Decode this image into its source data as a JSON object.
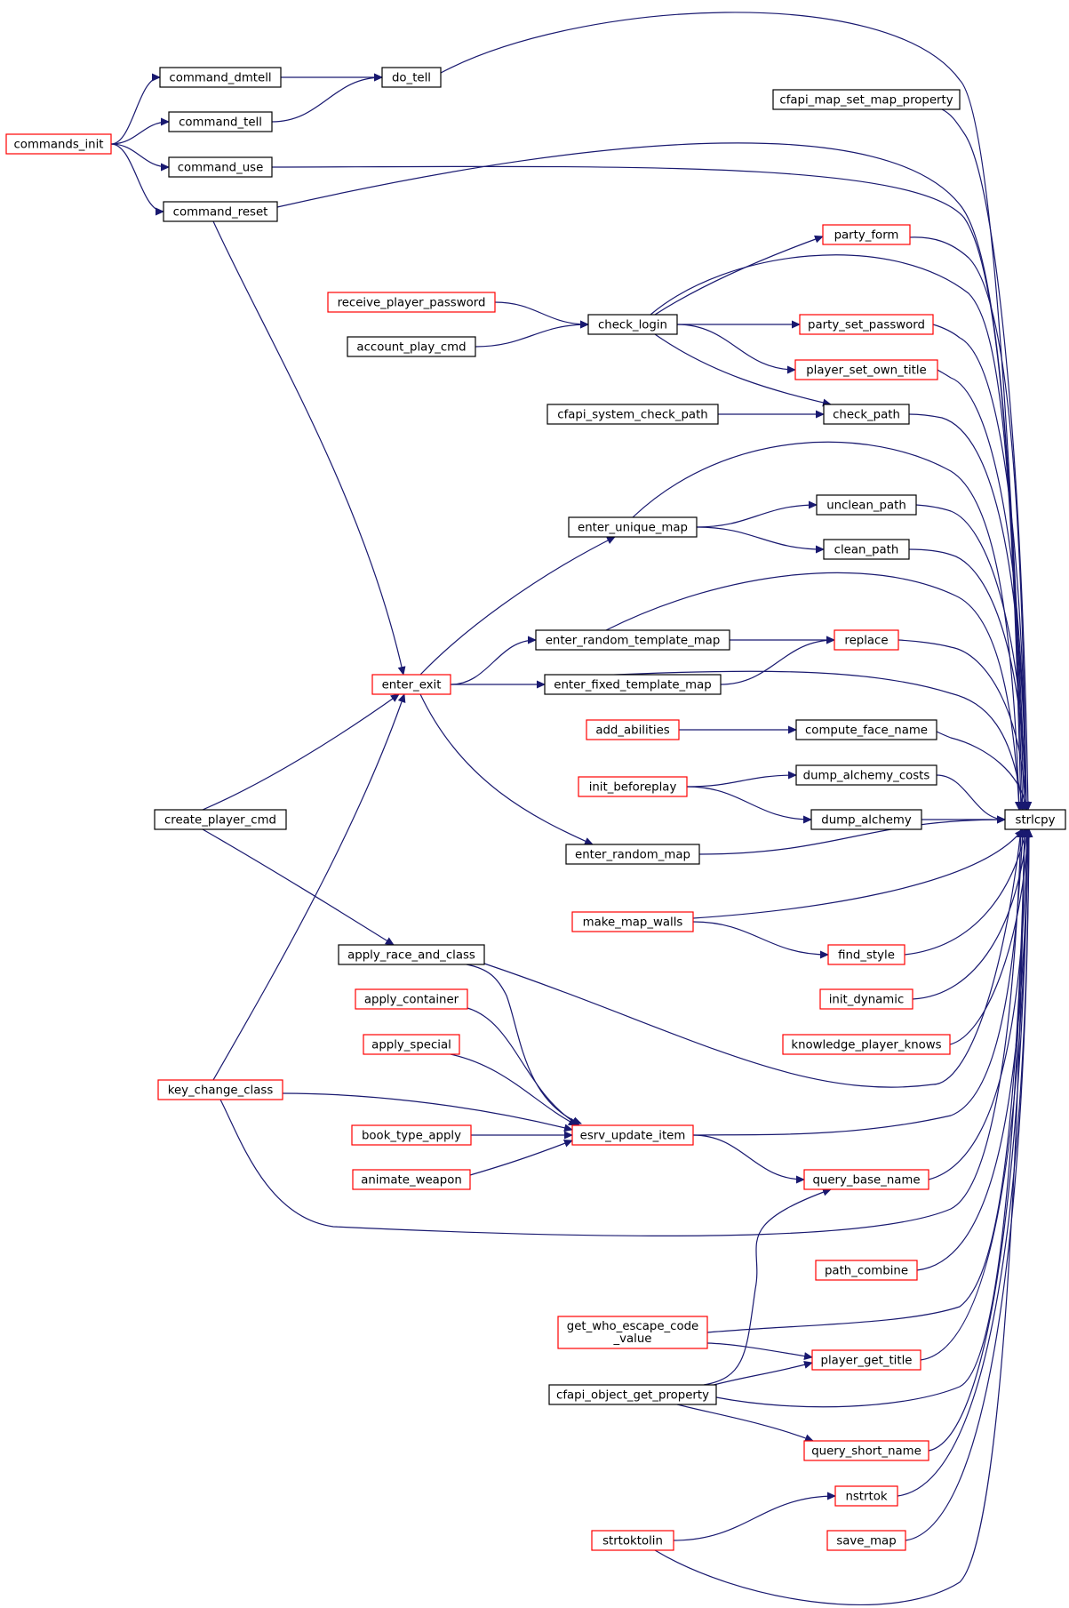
{
  "diagram": {
    "colors": {
      "edge": "#191970",
      "normal_border": "#000000",
      "incomplete_border": "#ff0000",
      "root_fill": "#bfbfbf"
    },
    "target": "strlcpy",
    "nodes": [
      {
        "id": "strlcpy",
        "label": "strlcpy",
        "style": "root"
      },
      {
        "id": "do_tell",
        "label": "do_tell",
        "style": "normal"
      },
      {
        "id": "command_dmtell",
        "label": "command_dmtell",
        "style": "normal"
      },
      {
        "id": "commands_init",
        "label": "commands_init",
        "style": "incomplete"
      },
      {
        "id": "command_tell",
        "label": "command_tell",
        "style": "normal"
      },
      {
        "id": "cfapi_map_set_map_property",
        "label": "cfapi_map_set_map_property",
        "style": "normal"
      },
      {
        "id": "command_use",
        "label": "command_use",
        "style": "normal"
      },
      {
        "id": "command_reset",
        "label": "command_reset",
        "style": "normal"
      },
      {
        "id": "enter_exit",
        "label": "enter_exit",
        "style": "incomplete"
      },
      {
        "id": "create_player_cmd",
        "label": "create_player_cmd",
        "style": "normal"
      },
      {
        "id": "key_change_class",
        "label": "key_change_class",
        "style": "incomplete"
      },
      {
        "id": "party_form",
        "label": "party_form",
        "style": "incomplete"
      },
      {
        "id": "check_login",
        "label": "check_login",
        "style": "normal"
      },
      {
        "id": "receive_player_password",
        "label": "receive_player_password",
        "style": "incomplete"
      },
      {
        "id": "account_play_cmd",
        "label": "account_play_cmd",
        "style": "normal"
      },
      {
        "id": "party_set_password",
        "label": "party_set_password",
        "style": "incomplete"
      },
      {
        "id": "player_set_own_title",
        "label": "player_set_own_title",
        "style": "incomplete"
      },
      {
        "id": "check_path",
        "label": "check_path",
        "style": "normal"
      },
      {
        "id": "cfapi_system_check_path",
        "label": "cfapi_system_check_path",
        "style": "normal"
      },
      {
        "id": "unclean_path",
        "label": "unclean_path",
        "style": "normal"
      },
      {
        "id": "enter_unique_map",
        "label": "enter_unique_map",
        "style": "normal"
      },
      {
        "id": "clean_path",
        "label": "clean_path",
        "style": "normal"
      },
      {
        "id": "replace",
        "label": "replace",
        "style": "incomplete"
      },
      {
        "id": "enter_random_template_map",
        "label": "enter_random_template_map",
        "style": "normal"
      },
      {
        "id": "enter_fixed_template_map",
        "label": "enter_fixed_template_map",
        "style": "normal"
      },
      {
        "id": "compute_face_name",
        "label": "compute_face_name",
        "style": "normal"
      },
      {
        "id": "add_abilities",
        "label": "add_abilities",
        "style": "incomplete"
      },
      {
        "id": "dump_alchemy_costs",
        "label": "dump_alchemy_costs",
        "style": "normal"
      },
      {
        "id": "init_beforeplay",
        "label": "init_beforeplay",
        "style": "incomplete"
      },
      {
        "id": "dump_alchemy",
        "label": "dump_alchemy",
        "style": "normal"
      },
      {
        "id": "enter_random_map",
        "label": "enter_random_map",
        "style": "normal"
      },
      {
        "id": "make_map_walls",
        "label": "make_map_walls",
        "style": "incomplete"
      },
      {
        "id": "find_style",
        "label": "find_style",
        "style": "incomplete"
      },
      {
        "id": "apply_race_and_class",
        "label": "apply_race_and_class",
        "style": "normal"
      },
      {
        "id": "init_dynamic",
        "label": "init_dynamic",
        "style": "incomplete"
      },
      {
        "id": "apply_container",
        "label": "apply_container",
        "style": "incomplete"
      },
      {
        "id": "knowledge_player_knows",
        "label": "knowledge_player_knows",
        "style": "incomplete"
      },
      {
        "id": "apply_special",
        "label": "apply_special",
        "style": "incomplete"
      },
      {
        "id": "esrv_update_item",
        "label": "esrv_update_item",
        "style": "incomplete"
      },
      {
        "id": "book_type_apply",
        "label": "book_type_apply",
        "style": "incomplete"
      },
      {
        "id": "query_base_name",
        "label": "query_base_name",
        "style": "incomplete"
      },
      {
        "id": "animate_weapon",
        "label": "animate_weapon",
        "style": "incomplete"
      },
      {
        "id": "path_combine",
        "label": "path_combine",
        "style": "incomplete"
      },
      {
        "id": "get_who_escape_code_value",
        "label": "get_who_escape_code\n_value",
        "style": "incomplete"
      },
      {
        "id": "player_get_title",
        "label": "player_get_title",
        "style": "incomplete"
      },
      {
        "id": "cfapi_object_get_property",
        "label": "cfapi_object_get_property",
        "style": "normal"
      },
      {
        "id": "query_short_name",
        "label": "query_short_name",
        "style": "incomplete"
      },
      {
        "id": "nstrtok",
        "label": "nstrtok",
        "style": "incomplete"
      },
      {
        "id": "strtoktolin",
        "label": "strtoktolin",
        "style": "incomplete"
      },
      {
        "id": "save_map",
        "label": "save_map",
        "style": "incomplete"
      }
    ],
    "edges": [
      [
        "strlcpy",
        "do_tell"
      ],
      [
        "do_tell",
        "command_dmtell"
      ],
      [
        "command_dmtell",
        "commands_init"
      ],
      [
        "do_tell",
        "command_tell"
      ],
      [
        "command_tell",
        "commands_init"
      ],
      [
        "strlcpy",
        "cfapi_map_set_map_property"
      ],
      [
        "strlcpy",
        "command_use"
      ],
      [
        "command_use",
        "commands_init"
      ],
      [
        "strlcpy",
        "command_reset"
      ],
      [
        "command_reset",
        "commands_init"
      ],
      [
        "enter_exit",
        "command_reset"
      ],
      [
        "strlcpy",
        "party_form"
      ],
      [
        "party_form",
        "check_login"
      ],
      [
        "strlcpy",
        "check_login"
      ],
      [
        "check_login",
        "receive_player_password"
      ],
      [
        "check_login",
        "account_play_cmd"
      ],
      [
        "strlcpy",
        "party_set_password"
      ],
      [
        "party_set_password",
        "check_login"
      ],
      [
        "strlcpy",
        "player_set_own_title"
      ],
      [
        "player_set_own_title",
        "check_login"
      ],
      [
        "strlcpy",
        "check_path"
      ],
      [
        "check_path",
        "check_login"
      ],
      [
        "check_path",
        "cfapi_system_check_path"
      ],
      [
        "strlcpy",
        "enter_unique_map"
      ],
      [
        "strlcpy",
        "unclean_path"
      ],
      [
        "unclean_path",
        "enter_unique_map"
      ],
      [
        "strlcpy",
        "clean_path"
      ],
      [
        "clean_path",
        "enter_unique_map"
      ],
      [
        "enter_unique_map",
        "enter_exit"
      ],
      [
        "strlcpy",
        "enter_random_template_map"
      ],
      [
        "strlcpy",
        "replace"
      ],
      [
        "replace",
        "enter_random_template_map"
      ],
      [
        "replace",
        "enter_fixed_template_map"
      ],
      [
        "enter_random_template_map",
        "enter_exit"
      ],
      [
        "strlcpy",
        "enter_fixed_template_map"
      ],
      [
        "enter_fixed_template_map",
        "enter_exit"
      ],
      [
        "enter_exit",
        "create_player_cmd"
      ],
      [
        "enter_exit",
        "key_change_class"
      ],
      [
        "strlcpy",
        "compute_face_name"
      ],
      [
        "compute_face_name",
        "add_abilities"
      ],
      [
        "strlcpy",
        "dump_alchemy_costs"
      ],
      [
        "dump_alchemy_costs",
        "init_beforeplay"
      ],
      [
        "strlcpy",
        "dump_alchemy"
      ],
      [
        "dump_alchemy",
        "init_beforeplay"
      ],
      [
        "strlcpy",
        "enter_random_map"
      ],
      [
        "enter_random_map",
        "enter_exit"
      ],
      [
        "strlcpy",
        "make_map_walls"
      ],
      [
        "strlcpy",
        "find_style"
      ],
      [
        "find_style",
        "make_map_walls"
      ],
      [
        "strlcpy",
        "init_dynamic"
      ],
      [
        "strlcpy",
        "knowledge_player_knows"
      ],
      [
        "strlcpy",
        "apply_race_and_class"
      ],
      [
        "apply_race_and_class",
        "create_player_cmd"
      ],
      [
        "strlcpy",
        "esrv_update_item"
      ],
      [
        "esrv_update_item",
        "apply_race_and_class"
      ],
      [
        "esrv_update_item",
        "apply_container"
      ],
      [
        "esrv_update_item",
        "apply_special"
      ],
      [
        "esrv_update_item",
        "key_change_class"
      ],
      [
        "esrv_update_item",
        "book_type_apply"
      ],
      [
        "esrv_update_item",
        "animate_weapon"
      ],
      [
        "strlcpy",
        "query_base_name"
      ],
      [
        "query_base_name",
        "esrv_update_item"
      ],
      [
        "query_base_name",
        "cfapi_object_get_property"
      ],
      [
        "strlcpy",
        "key_change_class"
      ],
      [
        "strlcpy",
        "path_combine"
      ],
      [
        "strlcpy",
        "get_who_escape_code_value"
      ],
      [
        "strlcpy",
        "player_get_title"
      ],
      [
        "player_get_title",
        "get_who_escape_code_value"
      ],
      [
        "player_get_title",
        "cfapi_object_get_property"
      ],
      [
        "strlcpy",
        "cfapi_object_get_property"
      ],
      [
        "strlcpy",
        "query_short_name"
      ],
      [
        "query_short_name",
        "cfapi_object_get_property"
      ],
      [
        "strlcpy",
        "nstrtok"
      ],
      [
        "nstrtok",
        "strtoktolin"
      ],
      [
        "strlcpy",
        "strtoktolin"
      ],
      [
        "strlcpy",
        "save_map"
      ]
    ]
  }
}
